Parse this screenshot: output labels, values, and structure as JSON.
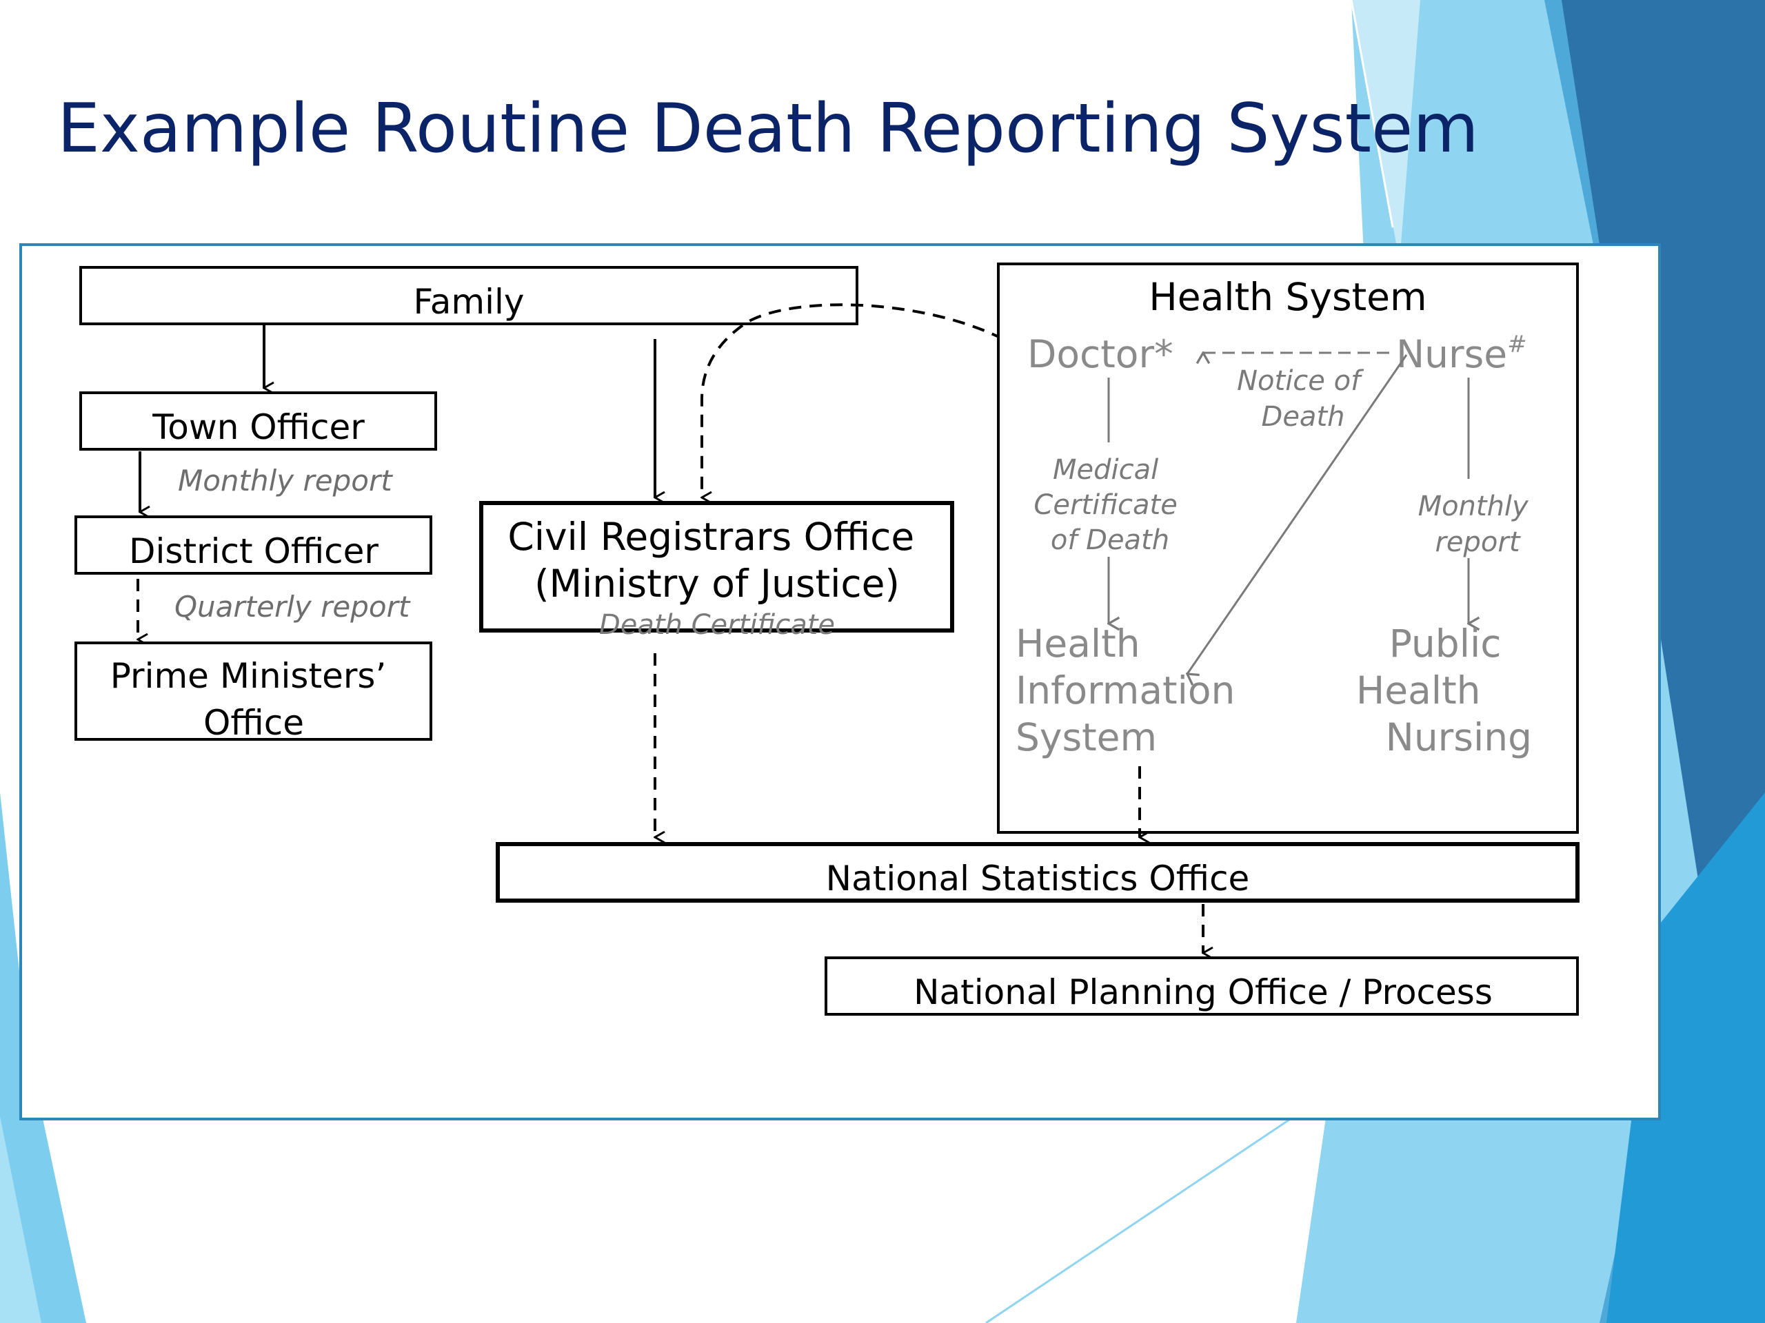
{
  "slide": {
    "title": "Example Routine Death Reporting System",
    "colors": {
      "title": "#0a2467",
      "accent_light": "#7ccdee",
      "accent_mid": "#2f8fcb",
      "accent_dark": "#1f5f92",
      "frame": "#2e86b8",
      "grey_text": "#8a8a8a"
    }
  },
  "diagram": {
    "family": "Family",
    "town_officer": "Town Officer",
    "monthly_report": "Monthly report",
    "district_officer": "District Officer",
    "quarterly_report": "Quarterly report",
    "prime_ministers_office": [
      "Prime Ministers’",
      "Office"
    ],
    "civil_registrars_office": [
      "Civil Registrars Office",
      "(Ministry of Justice)"
    ],
    "death_certificate": "Death Certificate",
    "health_system": {
      "title": "Health System",
      "doctor": "Doctor*",
      "nurse": "Nurse",
      "nurse_mark": "#",
      "notice_of_death": [
        "Notice of",
        "Death"
      ],
      "medical_certificate": [
        "Medical",
        "Certificate",
        "of Death"
      ],
      "monthly_report": [
        "Monthly",
        "report"
      ],
      "health_information_system": [
        "Health",
        "Information",
        "System"
      ],
      "public_health_nursing": [
        "Public",
        "Health",
        "Nursing"
      ]
    },
    "national_statistics_office": "National Statistics Office",
    "national_planning_office": "National Planning Office / Process"
  }
}
